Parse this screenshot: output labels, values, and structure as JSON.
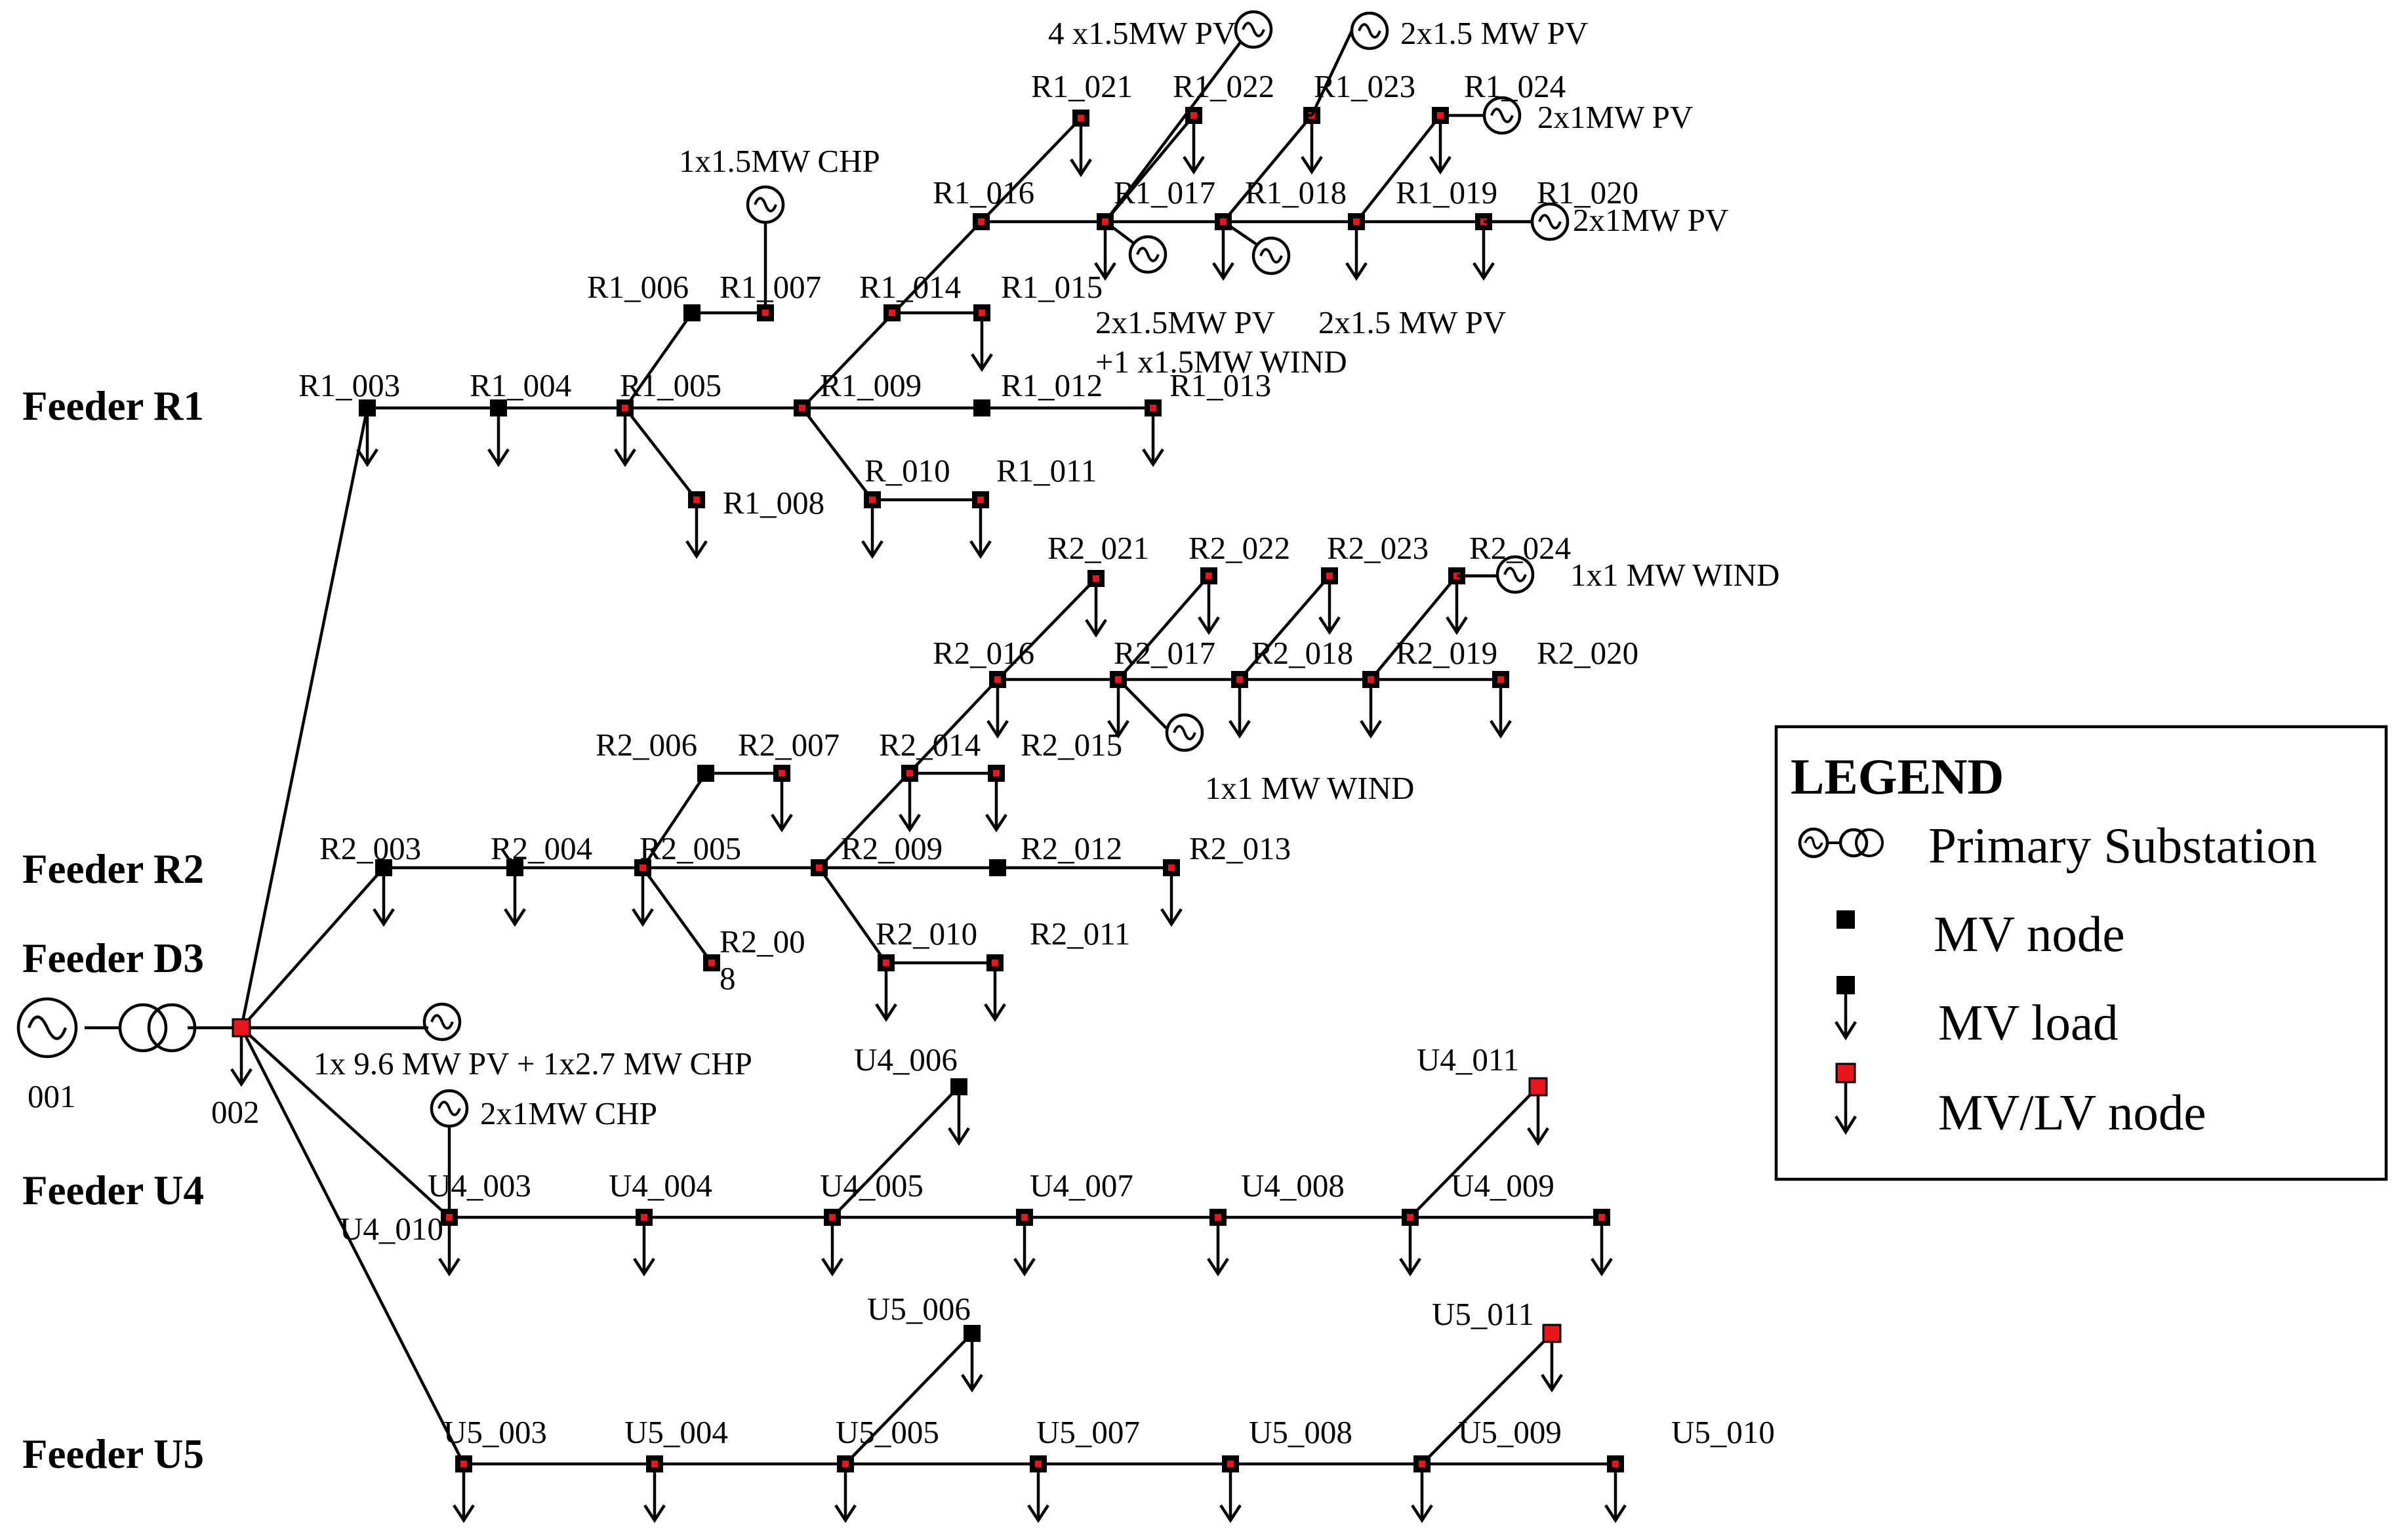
{
  "feeders": [
    "Feeder R1",
    "Feeder R2",
    "Feeder D3",
    "Feeder U4",
    "Feeder U5"
  ],
  "substation": {
    "source_node": "001",
    "bus_node": "002"
  },
  "node_labels": {
    "r1": [
      "R1_003",
      "R1_004",
      "R1_005",
      "R1_006",
      "R1_007",
      "R1_008",
      "R1_009",
      "R_010",
      "R1_011",
      "R1_012",
      "R1_013",
      "R1_014",
      "R1_015",
      "R1_016",
      "R1_017",
      "R1_018",
      "R1_019",
      "R1_020",
      "R1_021",
      "R1_022",
      "R1_023",
      "R1_024"
    ],
    "r2": [
      "R2_003",
      "R2_004",
      "R2_005",
      "R2_006",
      "R2_007",
      "R2_00",
      "8",
      "R2_009",
      "R2_010",
      "R2_011",
      "R2_012",
      "R2_013",
      "R2_014",
      "R2_015",
      "R2_016",
      "R2_017",
      "R2_018",
      "R2_019",
      "R2_020",
      "R2_021",
      "R2_022",
      "R2_023",
      "R2_024"
    ],
    "u4": [
      "U4_003",
      "U4_010",
      "U4_004",
      "U4_005",
      "U4_006",
      "U4_007",
      "U4_008",
      "U4_009",
      "U4_011"
    ],
    "u5": [
      "U5_003",
      "U5_004",
      "U5_005",
      "U5_006",
      "U5_007",
      "U5_008",
      "U5_009",
      "U5_010",
      "U5_011"
    ]
  },
  "generators": {
    "r1_chp": "1x1.5MW CHP",
    "r1_pv_top": "4 x1.5MW PV",
    "r1_pv_top2": "2x1.5 MW  PV",
    "r1_pv_024": "2x1MW PV",
    "r1_pv_020": "2x1MW PV",
    "r1_pv_017": "2x1.5MW PV",
    "r1_wind_017": "+1 x1.5MW WIND",
    "r1_pv_018": "2x1.5 MW PV",
    "r2_wind_024": "1x1 MW WIND",
    "r2_wind_017": "1x1 MW WIND",
    "d3_gen": "1x 9.6 MW PV + 1x2.7 MW CHP",
    "u4_chp": "2x1MW CHP"
  },
  "legend": {
    "title": "LEGEND",
    "items": [
      "Primary Substation",
      "MV node",
      "MV load",
      "MV/LV node"
    ]
  },
  "colors": {
    "line": "#000000",
    "mv_node": "#000000",
    "mvlv_node": "#e8151b",
    "background": "#ffffff"
  }
}
